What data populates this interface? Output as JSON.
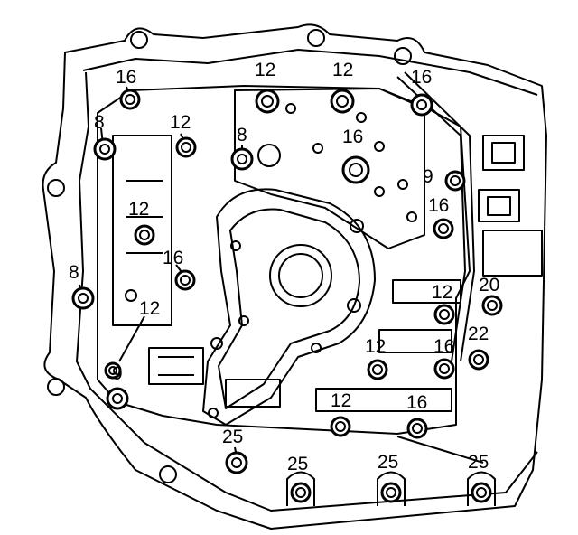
{
  "colors": {
    "ink": "#000000",
    "paper": "#ffffff"
  },
  "bolt_labels": [
    {
      "id": "l1",
      "text": "16"
    },
    {
      "id": "l2",
      "text": "12"
    },
    {
      "id": "l3",
      "text": "12"
    },
    {
      "id": "l4",
      "text": "16"
    },
    {
      "id": "l5",
      "text": "8"
    },
    {
      "id": "l6",
      "text": "12"
    },
    {
      "id": "l7",
      "text": "8"
    },
    {
      "id": "l8",
      "text": "16"
    },
    {
      "id": "l9",
      "text": "9"
    },
    {
      "id": "l10",
      "text": "16"
    },
    {
      "id": "l11",
      "text": "12"
    },
    {
      "id": "l12",
      "text": "16"
    },
    {
      "id": "l13",
      "text": "8"
    },
    {
      "id": "l14",
      "text": "12"
    },
    {
      "id": "l15",
      "text": "20"
    },
    {
      "id": "l16",
      "text": "12"
    },
    {
      "id": "l17",
      "text": "22"
    },
    {
      "id": "l18",
      "text": "12"
    },
    {
      "id": "l19",
      "text": "16"
    },
    {
      "id": "l20",
      "text": "9"
    },
    {
      "id": "l21",
      "text": "12"
    },
    {
      "id": "l22",
      "text": "16"
    },
    {
      "id": "l23",
      "text": "25"
    },
    {
      "id": "l24",
      "text": "25"
    },
    {
      "id": "l25",
      "text": "25"
    },
    {
      "id": "l26",
      "text": "25"
    }
  ]
}
